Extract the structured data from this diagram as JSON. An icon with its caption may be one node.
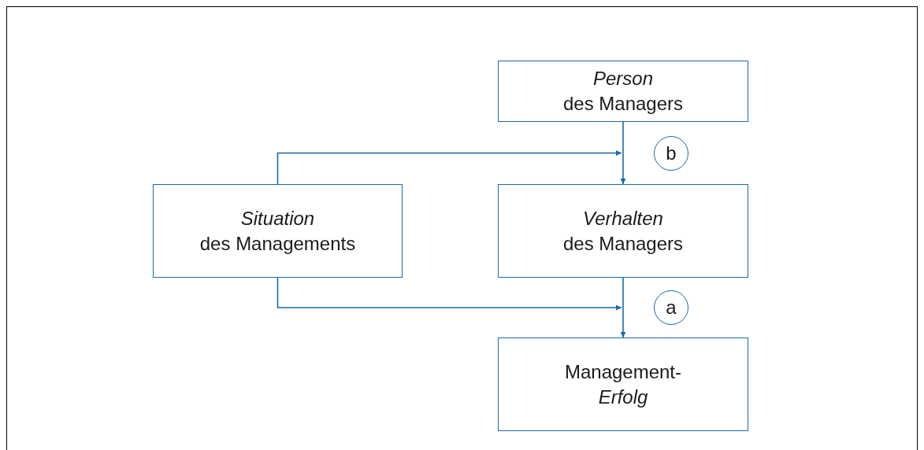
{
  "diagram": {
    "nodes": [
      {
        "text": [
          "*Person* des Managers"
        ]
      },
      {
        "text": [
          "b"
        ]
      },
      {
        "text": [
          "*Situation* des Managements"
        ]
      },
      {
        "text": [
          "*Verhalten* des Managers"
        ]
      },
      {
        "text": [
          "a"
        ]
      },
      {
        "text": [
          "Management- *Erfolg*"
        ]
      }
    ],
    "edges": [
      {
        "from": 0,
        "to": 3,
        "arrow": "to"
      },
      {
        "from": 2,
        "to": 3,
        "arrow": "to"
      },
      {
        "from": 3,
        "to": 5,
        "arrow": "to"
      },
      {
        "from": 2,
        "to": 5,
        "arrow": "to"
      }
    ]
  }
}
